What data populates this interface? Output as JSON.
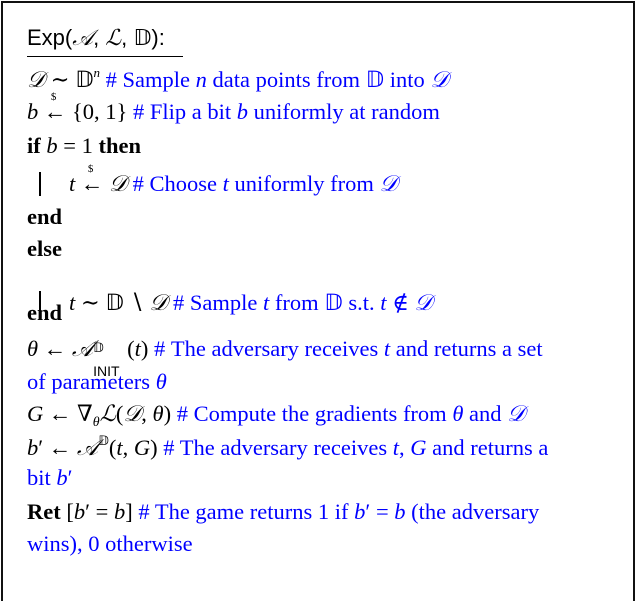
{
  "algorithm": {
    "title": "Exp(𝒜, ℒ, 𝔻):",
    "lines": [
      {
        "math": "𝒟 ∼ 𝔻ⁿ",
        "comment": "# Sample n data points from 𝔻 into 𝒟"
      },
      {
        "math": "b ←$ {0, 1}",
        "comment": "# Flip a bit b uniformly at random"
      },
      {
        "keyword": "if",
        "math": "b = 1",
        "keyword2": "then"
      },
      {
        "math": "t ←$ 𝒟",
        "comment": "# Choose t uniformly from 𝒟",
        "indented": true
      },
      {
        "keyword": "end"
      },
      {
        "keyword": "else"
      },
      {
        "math": "t ∼ 𝔻 ∖ 𝒟",
        "comment": "# Sample t from 𝔻 s.t. t ∉ 𝒟",
        "indented": true
      },
      {
        "keyword": "end"
      },
      {
        "math": "θ ← 𝒜^𝔻_INIT(t)",
        "comment": "# The adversary receives t and returns a set",
        "comment_cont": "of parameters θ"
      },
      {
        "math": "G ← ∇θ ℒ(𝒟, θ)",
        "comment": "# Compute the gradients from θ and 𝒟"
      },
      {
        "math": "b′ ← 𝒜^𝔻(t, G)",
        "comment": "# The adversary receives t, G and returns a",
        "comment_cont": "bit b′"
      },
      {
        "keyword": "Ret",
        "math": "[b′ = b]",
        "comment": "# The game returns 1 if b′ = b (the adversary",
        "comment_cont": "wins), 0 otherwise"
      }
    ]
  },
  "text": {
    "exp": "Exp",
    "A": "𝒜",
    "L": "ℒ",
    "DD": "𝔻",
    "D": "𝒟",
    "n": "n",
    "b": "b",
    "t": "t",
    "theta": "θ",
    "G": "G",
    "init": "INIT",
    "nabla": "∇",
    "dollar": "$",
    "kw_if": "if",
    "kw_then": "then",
    "kw_end": "end",
    "kw_else": "else",
    "kw_ret": "Ret",
    "c1a": "# Sample ",
    "c1b": " data points from ",
    "c1c": " into ",
    "c2a": "# Flip a bit ",
    "c2b": " uniformly at random",
    "c3a": "# Choose ",
    "c3b": " uniformly from ",
    "c4a": "# Sample ",
    "c4b": " from ",
    "c4c": " s.t. ",
    "c5a": "# The adversary receives ",
    "c5b": " and returns a set",
    "c5c": "of parameters ",
    "c6a": "# Compute the gradients from ",
    "c6b": " and ",
    "c7a": "# The adversary receives ",
    "c7b": " and returns a",
    "c7c": "bit ",
    "c8a": "# The game returns 1 if ",
    "c8b": " (the adversary",
    "c8c": "wins), 0 otherwise"
  },
  "colors": {
    "comment": "#0000ff",
    "text": "#000000",
    "border": "#111111"
  }
}
